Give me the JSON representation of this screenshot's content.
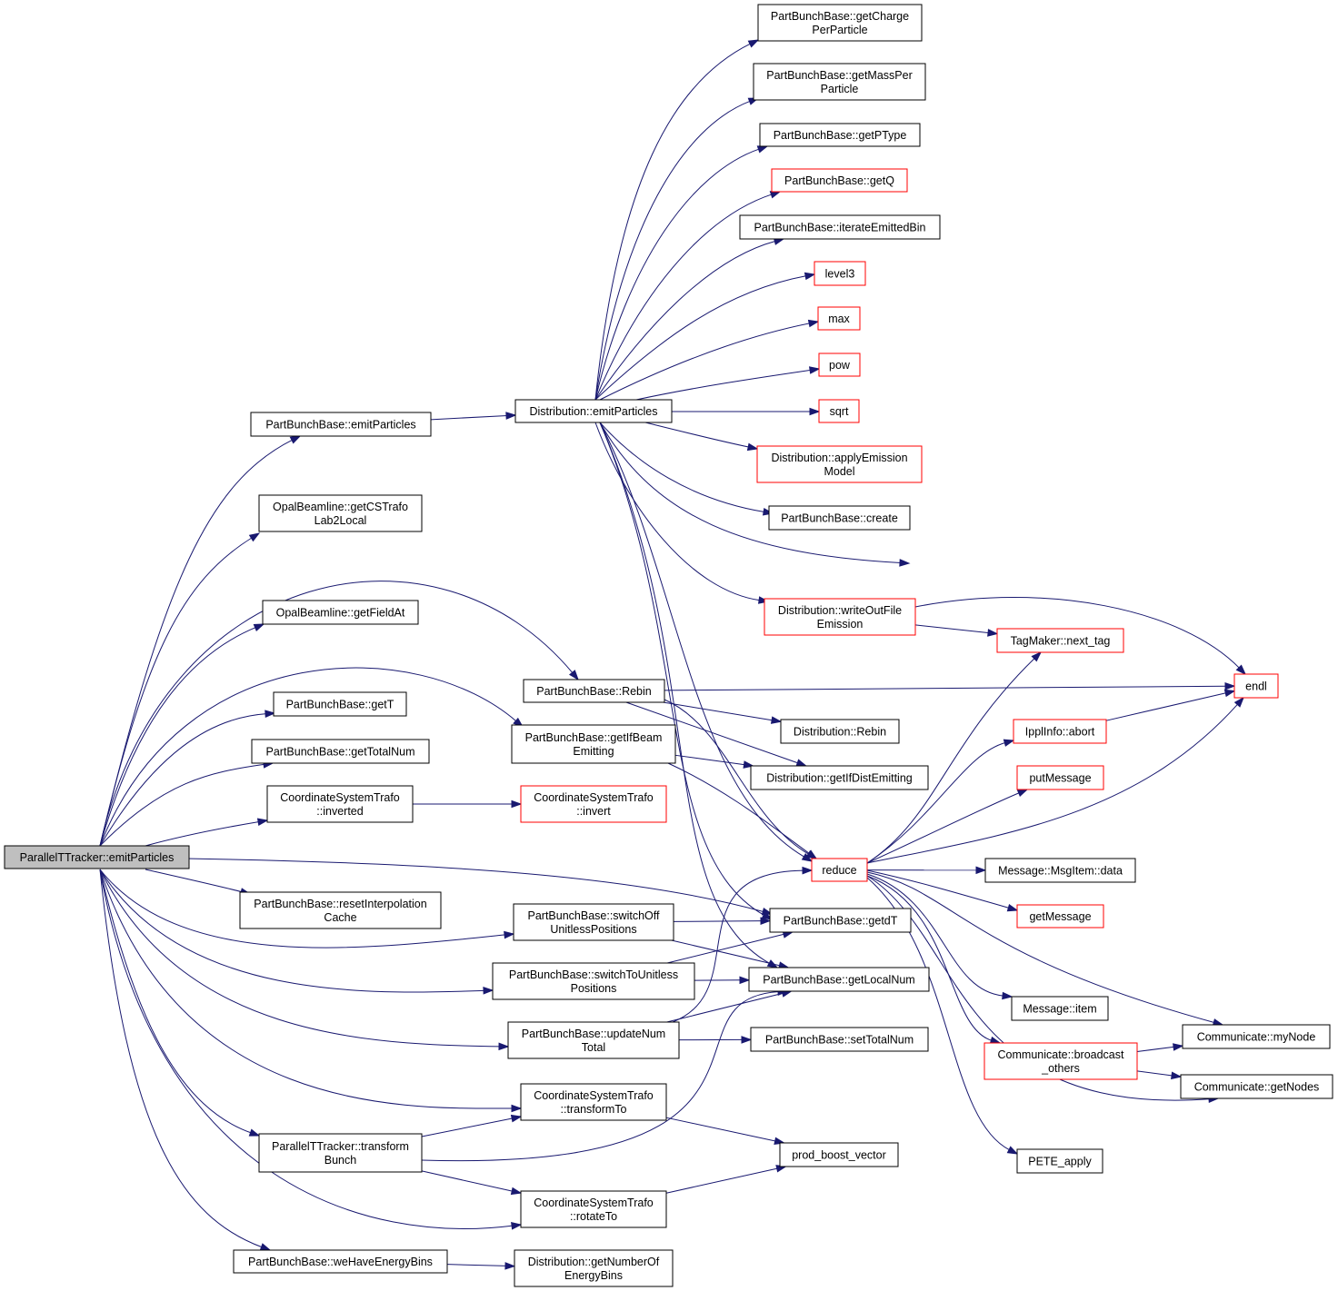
{
  "colors": {
    "edge": "#191970",
    "node_border": "#000000",
    "truncated_border": "#ff0000",
    "root_fill": "#bfbfbf"
  },
  "nodes": [
    {
      "id": "root",
      "lines": [
        "ParallelTTracker::emitParticles"
      ],
      "style": "root"
    },
    {
      "id": "pbb_emitParticles",
      "lines": [
        "PartBunchBase::emitParticles"
      ],
      "style": "normal"
    },
    {
      "id": "opal_getCSTrafo",
      "lines": [
        "OpalBeamline::getCSTrafo",
        "Lab2Local"
      ],
      "style": "normal"
    },
    {
      "id": "opal_getFieldAt",
      "lines": [
        "OpalBeamline::getFieldAt"
      ],
      "style": "normal"
    },
    {
      "id": "pbb_getT",
      "lines": [
        "PartBunchBase::getT"
      ],
      "style": "normal"
    },
    {
      "id": "pbb_getTotalNum",
      "lines": [
        "PartBunchBase::getTotalNum"
      ],
      "style": "normal"
    },
    {
      "id": "cst_inverted",
      "lines": [
        "CoordinateSystemTrafo",
        "::inverted"
      ],
      "style": "normal"
    },
    {
      "id": "pbb_resetInterp",
      "lines": [
        "PartBunchBase::resetInterpolation",
        "Cache"
      ],
      "style": "normal"
    },
    {
      "id": "ptt_transformBunch",
      "lines": [
        "ParallelTTracker::transform",
        "Bunch"
      ],
      "style": "normal"
    },
    {
      "id": "pbb_weHaveEnergyBins",
      "lines": [
        "PartBunchBase::weHaveEnergyBins"
      ],
      "style": "normal"
    },
    {
      "id": "dist_emitParticles",
      "lines": [
        "Distribution::emitParticles"
      ],
      "style": "normal"
    },
    {
      "id": "pbb_Rebin",
      "lines": [
        "PartBunchBase::Rebin"
      ],
      "style": "normal"
    },
    {
      "id": "pbb_getIfBeamEmitting",
      "lines": [
        "PartBunchBase::getIfBeam",
        "Emitting"
      ],
      "style": "normal"
    },
    {
      "id": "cst_invert",
      "lines": [
        "CoordinateSystemTrafo",
        "::invert"
      ],
      "style": "truncated"
    },
    {
      "id": "pbb_switchOff",
      "lines": [
        "PartBunchBase::switchOff",
        "UnitlessPositions"
      ],
      "style": "normal"
    },
    {
      "id": "pbb_switchTo",
      "lines": [
        "PartBunchBase::switchToUnitless",
        "Positions"
      ],
      "style": "normal"
    },
    {
      "id": "pbb_updateNumTotal",
      "lines": [
        "PartBunchBase::updateNum",
        "Total"
      ],
      "style": "normal"
    },
    {
      "id": "cst_transformTo",
      "lines": [
        "CoordinateSystemTrafo",
        "::transformTo"
      ],
      "style": "normal"
    },
    {
      "id": "cst_rotateTo",
      "lines": [
        "CoordinateSystemTrafo",
        "::rotateTo"
      ],
      "style": "normal"
    },
    {
      "id": "dist_getNumberOfEnergyBins",
      "lines": [
        "Distribution::getNumberOf",
        "EnergyBins"
      ],
      "style": "normal"
    },
    {
      "id": "pbb_getChargePerParticle",
      "lines": [
        "PartBunchBase::getCharge",
        "PerParticle"
      ],
      "style": "normal"
    },
    {
      "id": "pbb_getMassPerParticle",
      "lines": [
        "PartBunchBase::getMassPer",
        "Particle"
      ],
      "style": "normal"
    },
    {
      "id": "pbb_getPType",
      "lines": [
        "PartBunchBase::getPType"
      ],
      "style": "normal"
    },
    {
      "id": "pbb_getQ",
      "lines": [
        "PartBunchBase::getQ"
      ],
      "style": "truncated"
    },
    {
      "id": "pbb_iterateEmittedBin",
      "lines": [
        "PartBunchBase::iterateEmittedBin"
      ],
      "style": "normal"
    },
    {
      "id": "level3",
      "lines": [
        "level3"
      ],
      "style": "truncated"
    },
    {
      "id": "max",
      "lines": [
        "max"
      ],
      "style": "truncated"
    },
    {
      "id": "pow",
      "lines": [
        "pow"
      ],
      "style": "truncated"
    },
    {
      "id": "sqrt",
      "lines": [
        "sqrt"
      ],
      "style": "truncated"
    },
    {
      "id": "dist_applyEmissionModel",
      "lines": [
        "Distribution::applyEmission",
        "Model"
      ],
      "style": "truncated"
    },
    {
      "id": "pbb_create",
      "lines": [
        "PartBunchBase::create"
      ],
      "style": "normal"
    },
    {
      "id": "dist_writeOutFileEmission",
      "lines": [
        "Distribution::writeOutFile",
        "Emission"
      ],
      "style": "truncated"
    },
    {
      "id": "dist_Rebin",
      "lines": [
        "Distribution::Rebin"
      ],
      "style": "normal"
    },
    {
      "id": "dist_getIfDistEmitting",
      "lines": [
        "Distribution::getIfDistEmitting"
      ],
      "style": "normal"
    },
    {
      "id": "reduce",
      "lines": [
        "reduce"
      ],
      "style": "truncated"
    },
    {
      "id": "pbb_getdT",
      "lines": [
        "PartBunchBase::getdT"
      ],
      "style": "normal"
    },
    {
      "id": "pbb_getLocalNum",
      "lines": [
        "PartBunchBase::getLocalNum"
      ],
      "style": "normal"
    },
    {
      "id": "pbb_setTotalNum",
      "lines": [
        "PartBunchBase::setTotalNum"
      ],
      "style": "normal"
    },
    {
      "id": "prod_boost_vector",
      "lines": [
        "prod_boost_vector"
      ],
      "style": "normal"
    },
    {
      "id": "tagmaker_next_tag",
      "lines": [
        "TagMaker::next_tag"
      ],
      "style": "truncated"
    },
    {
      "id": "ipplinfo_abort",
      "lines": [
        "IpplInfo::abort"
      ],
      "style": "truncated"
    },
    {
      "id": "putMessage",
      "lines": [
        "putMessage"
      ],
      "style": "truncated"
    },
    {
      "id": "msg_msgitem_data",
      "lines": [
        "Message::MsgItem::data"
      ],
      "style": "normal"
    },
    {
      "id": "getMessage",
      "lines": [
        "getMessage"
      ],
      "style": "truncated"
    },
    {
      "id": "msg_item",
      "lines": [
        "Message::item"
      ],
      "style": "normal"
    },
    {
      "id": "comm_broadcast_others",
      "lines": [
        "Communicate::broadcast",
        "_others"
      ],
      "style": "truncated"
    },
    {
      "id": "pete_apply",
      "lines": [
        "PETE_apply"
      ],
      "style": "normal"
    },
    {
      "id": "endl",
      "lines": [
        "endl"
      ],
      "style": "truncated"
    },
    {
      "id": "comm_myNode",
      "lines": [
        "Communicate::myNode"
      ],
      "style": "normal"
    },
    {
      "id": "comm_getNodes",
      "lines": [
        "Communicate::getNodes"
      ],
      "style": "normal"
    }
  ],
  "edges": [
    [
      "root",
      "pbb_emitParticles"
    ],
    [
      "root",
      "opal_getCSTrafo"
    ],
    [
      "root",
      "opal_getFieldAt"
    ],
    [
      "root",
      "pbb_Rebin"
    ],
    [
      "root",
      "pbb_getIfBeamEmitting"
    ],
    [
      "root",
      "pbb_getT"
    ],
    [
      "root",
      "pbb_getTotalNum"
    ],
    [
      "root",
      "cst_inverted"
    ],
    [
      "root",
      "pbb_getdT"
    ],
    [
      "root",
      "pbb_resetInterp"
    ],
    [
      "root",
      "pbb_switchOff"
    ],
    [
      "root",
      "pbb_switchTo"
    ],
    [
      "root",
      "pbb_updateNumTotal"
    ],
    [
      "root",
      "cst_transformTo"
    ],
    [
      "root",
      "ptt_transformBunch"
    ],
    [
      "root",
      "cst_rotateTo"
    ],
    [
      "root",
      "pbb_weHaveEnergyBins"
    ],
    [
      "pbb_emitParticles",
      "dist_emitParticles"
    ],
    [
      "dist_emitParticles",
      "pbb_getChargePerParticle"
    ],
    [
      "dist_emitParticles",
      "pbb_getMassPerParticle"
    ],
    [
      "dist_emitParticles",
      "pbb_getPType"
    ],
    [
      "dist_emitParticles",
      "pbb_getQ"
    ],
    [
      "dist_emitParticles",
      "pbb_iterateEmittedBin"
    ],
    [
      "dist_emitParticles",
      "level3"
    ],
    [
      "dist_emitParticles",
      "max"
    ],
    [
      "dist_emitParticles",
      "pow"
    ],
    [
      "dist_emitParticles",
      "sqrt"
    ],
    [
      "dist_emitParticles",
      "dist_applyEmissionModel"
    ],
    [
      "dist_emitParticles",
      "pbb_create"
    ],
    [
      "dist_emitParticles",
      "dist_writeOutFileEmission"
    ],
    [
      "dist_emitParticles",
      "endl"
    ],
    [
      "dist_emitParticles",
      "reduce"
    ],
    [
      "dist_emitParticles",
      "pbb_getdT"
    ],
    [
      "dist_emitParticles",
      "pbb_getLocalNum"
    ],
    [
      "dist_writeOutFileEmission",
      "tagmaker_next_tag"
    ],
    [
      "dist_writeOutFileEmission",
      "endl"
    ],
    [
      "pbb_Rebin",
      "endl"
    ],
    [
      "pbb_Rebin",
      "dist_Rebin"
    ],
    [
      "pbb_Rebin",
      "dist_getIfDistEmitting"
    ],
    [
      "pbb_Rebin",
      "reduce"
    ],
    [
      "pbb_getIfBeamEmitting",
      "dist_getIfDistEmitting"
    ],
    [
      "pbb_getIfBeamEmitting",
      "reduce"
    ],
    [
      "cst_inverted",
      "cst_invert"
    ],
    [
      "pbb_switchOff",
      "pbb_getdT"
    ],
    [
      "pbb_switchOff",
      "pbb_getLocalNum"
    ],
    [
      "pbb_switchTo",
      "pbb_getdT"
    ],
    [
      "pbb_switchTo",
      "pbb_getLocalNum"
    ],
    [
      "pbb_updateNumTotal",
      "reduce"
    ],
    [
      "pbb_updateNumTotal",
      "pbb_getLocalNum"
    ],
    [
      "pbb_updateNumTotal",
      "pbb_setTotalNum"
    ],
    [
      "ptt_transformBunch",
      "cst_transformTo"
    ],
    [
      "ptt_transformBunch",
      "cst_rotateTo"
    ],
    [
      "ptt_transformBunch",
      "pbb_getLocalNum"
    ],
    [
      "cst_transformTo",
      "prod_boost_vector"
    ],
    [
      "cst_rotateTo",
      "prod_boost_vector"
    ],
    [
      "pbb_weHaveEnergyBins",
      "dist_getNumberOfEnergyBins"
    ],
    [
      "reduce",
      "tagmaker_next_tag"
    ],
    [
      "reduce",
      "ipplinfo_abort"
    ],
    [
      "reduce",
      "putMessage"
    ],
    [
      "reduce",
      "endl"
    ],
    [
      "reduce",
      "msg_msgitem_data"
    ],
    [
      "reduce",
      "getMessage"
    ],
    [
      "reduce",
      "msg_item"
    ],
    [
      "reduce",
      "comm_broadcast_others"
    ],
    [
      "reduce",
      "comm_myNode"
    ],
    [
      "reduce",
      "comm_getNodes"
    ],
    [
      "reduce",
      "pete_apply"
    ],
    [
      "ipplinfo_abort",
      "endl"
    ],
    [
      "comm_broadcast_others",
      "comm_myNode"
    ],
    [
      "comm_broadcast_others",
      "comm_getNodes"
    ]
  ]
}
